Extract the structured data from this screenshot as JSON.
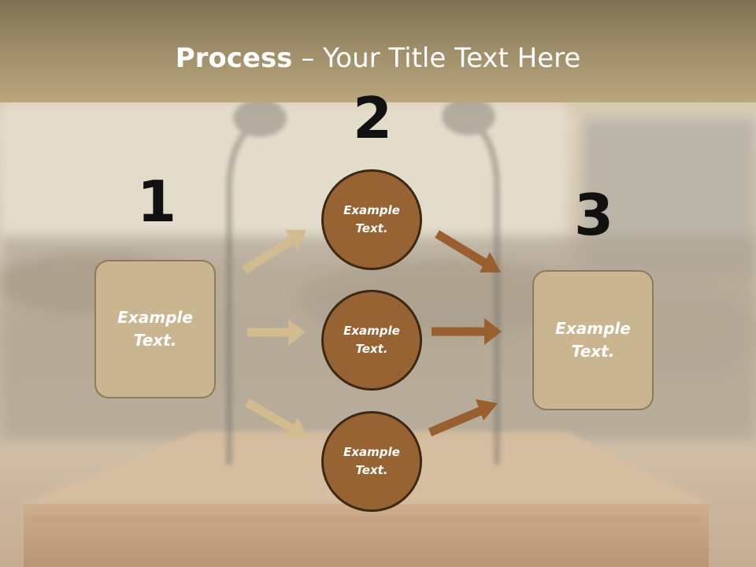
{
  "slide": {
    "title_bold": "Process",
    "title_rest": " – Your Title Text Here",
    "steps": {
      "one": "1",
      "two": "2",
      "three": "3"
    },
    "left_box": "Example\nText.",
    "right_box": "Example\nText.",
    "circles": [
      "Example\nText.",
      "Example\nText.",
      "Example\nText."
    ]
  },
  "colors": {
    "light_arrow": "#d2bb8e",
    "dark_arrow": "#9a5f2e",
    "circle_fill": "#986332",
    "box_fill": "#c9b590"
  }
}
